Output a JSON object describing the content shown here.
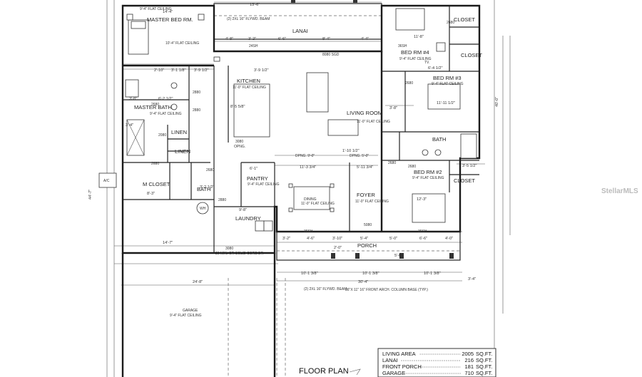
{
  "title": "FLOOR PLAN",
  "watermark": "StellarMLS",
  "rooms": {
    "master_bed": {
      "name": "MASTER BED RM.",
      "ceiling": "9'-4\" FLAT CEILING",
      "ceiling2": "10'-4\" FLAT CEILING",
      "dim": "14'-4\""
    },
    "lanai": {
      "name": "LANAI",
      "dim": "13'-6\"",
      "beam": "(2) 2XL 16\" FLYWD. BEAM"
    },
    "kitchen": {
      "name": "KITCHEN",
      "ceiling": "11'-0\" FLAT CEILING"
    },
    "living": {
      "name": "LIVING ROOM",
      "ceiling": "11'-0\" FLAT CEILING",
      "door": "8080 SGD"
    },
    "master_bath": {
      "name": "MASTER BATH",
      "ceiling": "9'-4\" FLAT CEILING"
    },
    "linen1": {
      "name": "LINEN"
    },
    "linen2": {
      "name": "LINEN"
    },
    "m_closet": {
      "name": "M CLOSET"
    },
    "bath": {
      "name": "BATH"
    },
    "pantry": {
      "name": "PANTRY",
      "ceiling": "9'-4\" FLAT CEILING"
    },
    "laundry": {
      "name": "LAUNDRY"
    },
    "dining": {
      "name": "DINING",
      "ceiling": "11'-0\" FLAT CEILING"
    },
    "foyer": {
      "name": "FOYER",
      "ceiling": "11'-0\" FLAT CEILING"
    },
    "bed4": {
      "name": "BED RM #4",
      "ceiling": "9'-4\" FLAT CEILING",
      "dim": "11'-8\""
    },
    "bed3": {
      "name": "BED RM #3",
      "ceiling": "9'-4\" FLAT CEILING",
      "dim": "11'-11 1/2\""
    },
    "bath2": {
      "name": "BATH"
    },
    "bed2": {
      "name": "BED RM #2",
      "ceiling": "9'-4\" FLAT CEILING",
      "dim": "12'-3\""
    },
    "closet1": {
      "name": "CLOSET"
    },
    "closet2": {
      "name": "CLOSET"
    },
    "closet3": {
      "name": "CLOSET"
    },
    "porch": {
      "name": "PORCH"
    },
    "garage": {
      "name": "GARAGE",
      "ceiling": "9'-4\" FLAT CEILING",
      "dim": "24'-8\""
    },
    "ac": {
      "name": "A/C"
    },
    "wh": {
      "name": "WH"
    }
  },
  "dims": {
    "d1": "4'-8\"",
    "d2": "3'-2\"",
    "d3": "6'-6\"",
    "d4": "8'-4\"",
    "d5": "4'-4\"",
    "d6": "2'-10\"",
    "d7": "3'-1 1/8\"",
    "d8": "3'-9 1/2\"",
    "d9": "6'-2 1/2\"",
    "d10": "8'-5 5/8\"",
    "d11": "3'-9 1/2\"",
    "d12": "11'-3 3/4\"",
    "d13": "5'-11 3/4\"",
    "d14": "3'-2\"",
    "d15": "4'-6\"",
    "d16": "3'-10\"",
    "d17": "5'-4\"",
    "d18": "5'-0\"",
    "d19": "6'-6\"",
    "d20": "4'-0\"",
    "d21": "10'-1 3/8\"",
    "d22": "10'-1 3/8\"",
    "d23": "10'-1 3/8\"",
    "d24": "30'-4\"",
    "d25": "14'-7\"",
    "d26": "8'-3\"",
    "d27": "9'-8\"",
    "d28": "3'-8\"",
    "d29": "3'-4\"",
    "d30": "40'-0\"",
    "d31": "44'-7\"",
    "d32": "3'-2 1/2\"",
    "d33": "6'-1\"",
    "d34": "2'-0\"",
    "d35": "5'-0\"",
    "d36": "3'-4\"",
    "d37": "3'-8\"",
    "d38": "6'-4 1/2\"",
    "d39": "1'-10 1/2\"",
    "d40": "3'-5 1/2\""
  },
  "opening_labels": {
    "o1": "2680",
    "o2": "2880",
    "o3": "2880",
    "o4": "2080",
    "o5": "2680",
    "o6": "2680",
    "o7": "2880",
    "o8": "3080",
    "o9": "5080",
    "o10": "2680",
    "o11": "2680",
    "o12": "2680",
    "o13": "2680",
    "o14": "3080",
    "o15": "36SH",
    "o16": "36SH",
    "o17": "24SH",
    "o18": "36SH",
    "o_dpng1": "DPNG. 9'-0\"",
    "o_dpng2": "DPNG. 5'-0\"",
    "o_opng": "OPNG.",
    "o_door": "20 MIN. OR SOLID CORE DR",
    "o_beam2": "(2) 2XL 16\" FLYWD. BEAM",
    "o_col": "36\"X 11\" 16\" FRONT ARCH. COLUMN BASE (TYP.)",
    "o_tv": "TV."
  },
  "area_table": [
    {
      "label": "LIVING AREA",
      "value": "2005",
      "unit": "SQ.FT."
    },
    {
      "label": "LANAI",
      "value": "216",
      "unit": "SQ.FT."
    },
    {
      "label": "FRONT PORCH",
      "value": "181",
      "unit": "SQ.FT."
    },
    {
      "label": "GARAGE",
      "value": "710",
      "unit": "SQ.FT."
    }
  ]
}
